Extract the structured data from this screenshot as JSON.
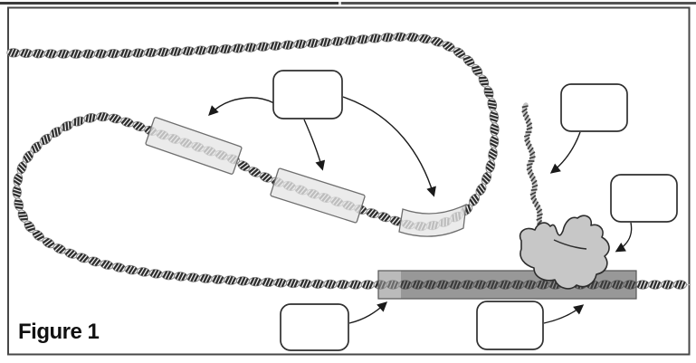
{
  "figure": {
    "label": "Figure 1"
  },
  "diagram": {
    "description_names": {
      "dna": "dna-double-helix",
      "segments": "highlighted-gene-segments",
      "mrna": "mrna-strand",
      "polymerase": "rna-polymerase-blob",
      "bar": "transcribed-region-bar",
      "promoter": "promoter-square"
    },
    "label_boxes": [
      {
        "id": "box-gene-segments",
        "text": ""
      },
      {
        "id": "box-mrna",
        "text": ""
      },
      {
        "id": "box-polymerase",
        "text": ""
      },
      {
        "id": "box-promoter",
        "text": ""
      },
      {
        "id": "box-transcribed-region",
        "text": ""
      }
    ],
    "colors": {
      "frame_border": "#474747",
      "top_rule_left": "#3b3b3b",
      "top_rule_right": "#525252",
      "top_rule_gap": "#dcdcdc",
      "bead_fill": "#f5f5f5",
      "bead_outline": "#8a8a8a",
      "bead_stripe": "#2e2e2e",
      "guide_line": "#b5b5b5",
      "segment_fill": "rgba(229,229,229,0.78)",
      "segment_border": "#6e6e6e",
      "bar_fill": "rgba(72,72,72,0.56)",
      "bar_border": "#565656",
      "promoter_fill": "rgba(146,146,146,0.62)",
      "mrna_cord": "#c3c3c3",
      "mrna_stripe": "#3d3d3d",
      "blob_fill": "#c7c7c7",
      "blob_outline": "#2d2d2d",
      "arrow": "#1c1c1c",
      "box_border": "#2f2f2f",
      "box_fill": "#ffffff"
    }
  }
}
